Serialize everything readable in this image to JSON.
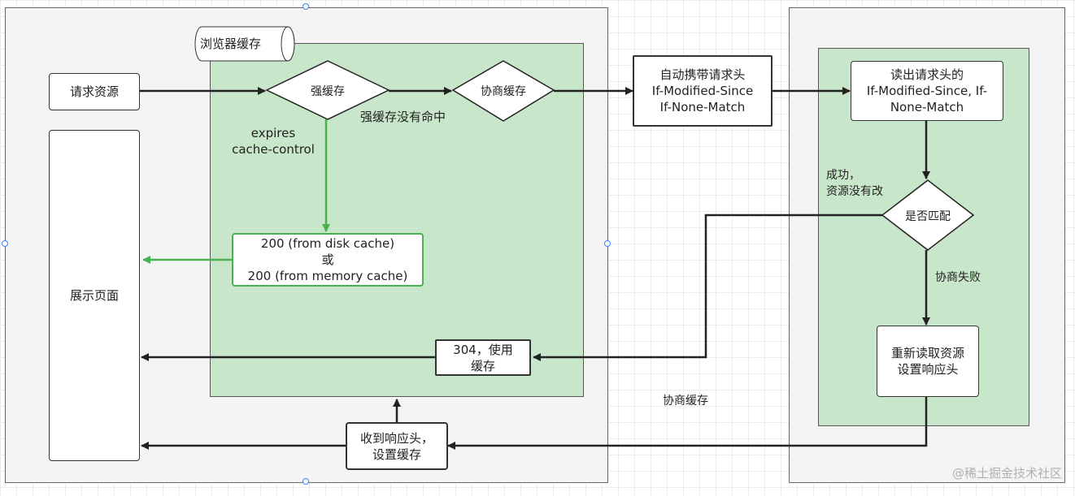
{
  "nodes": {
    "browser_cache_label": "浏览器缓存",
    "request_resource": "请求资源",
    "strong_cache": "强缓存",
    "negotiate_cache": "协商缓存",
    "show_page": "展示页面",
    "auto_headers": "自动携带请求头\nIf-Modified-Since\nIf-None-Match",
    "read_headers": "读出请求头的\nIf-Modified-Since, If-\nNone-Match",
    "match": "是否匹配",
    "reread": "重新读取资源\n设置响应头",
    "from_cache": "200 (from disk cache)\n或\n200  (from memory cache)",
    "use_cache_304": "304，使用\n缓存",
    "receive_headers": "收到响应头，\n设置缓存"
  },
  "labels": {
    "strong_miss": "强缓存没有命中",
    "expires": "expires\ncache-control",
    "success": "成功，\n资源没有改",
    "negotiate_fail": "协商失败",
    "negotiate_cache_caption": "协商缓存"
  },
  "watermark": "@稀土掘金技术社区",
  "colors": {
    "panel": "#f4f4f4",
    "green_panel": "#c8e6c9",
    "arrow": "#222222",
    "green_arrow": "#4caf50",
    "handle": "#3b82f6"
  }
}
